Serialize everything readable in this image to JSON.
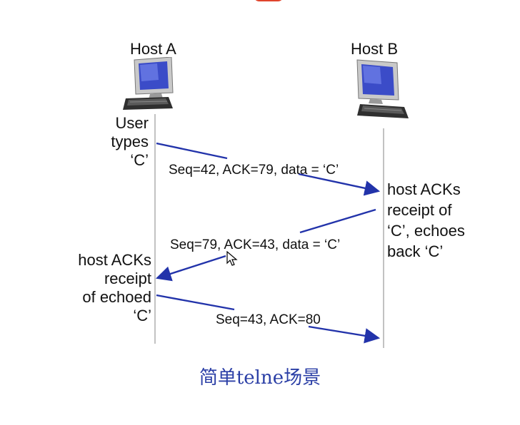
{
  "host_a": {
    "label": "Host A"
  },
  "host_b": {
    "label": "Host B"
  },
  "notes": {
    "user_types": [
      "User",
      "types",
      "‘C’"
    ],
    "host_b_acks": [
      "host ACKs",
      "receipt of",
      "‘C’, echoes",
      "back ‘C’"
    ],
    "host_a_acks": [
      "host ACKs",
      "receipt",
      "of echoed",
      "‘C’"
    ]
  },
  "segments": [
    {
      "label": "Seq=42, ACK=79, data = ‘C’"
    },
    {
      "label": "Seq=79, ACK=43, data = ‘C’"
    },
    {
      "label": "Seq=43, ACK=80"
    }
  ],
  "caption": "简单telne场景",
  "colors": {
    "arrow": "#2233aa",
    "timeline": "#9a9a9a",
    "caption": "#2b3fa6"
  }
}
